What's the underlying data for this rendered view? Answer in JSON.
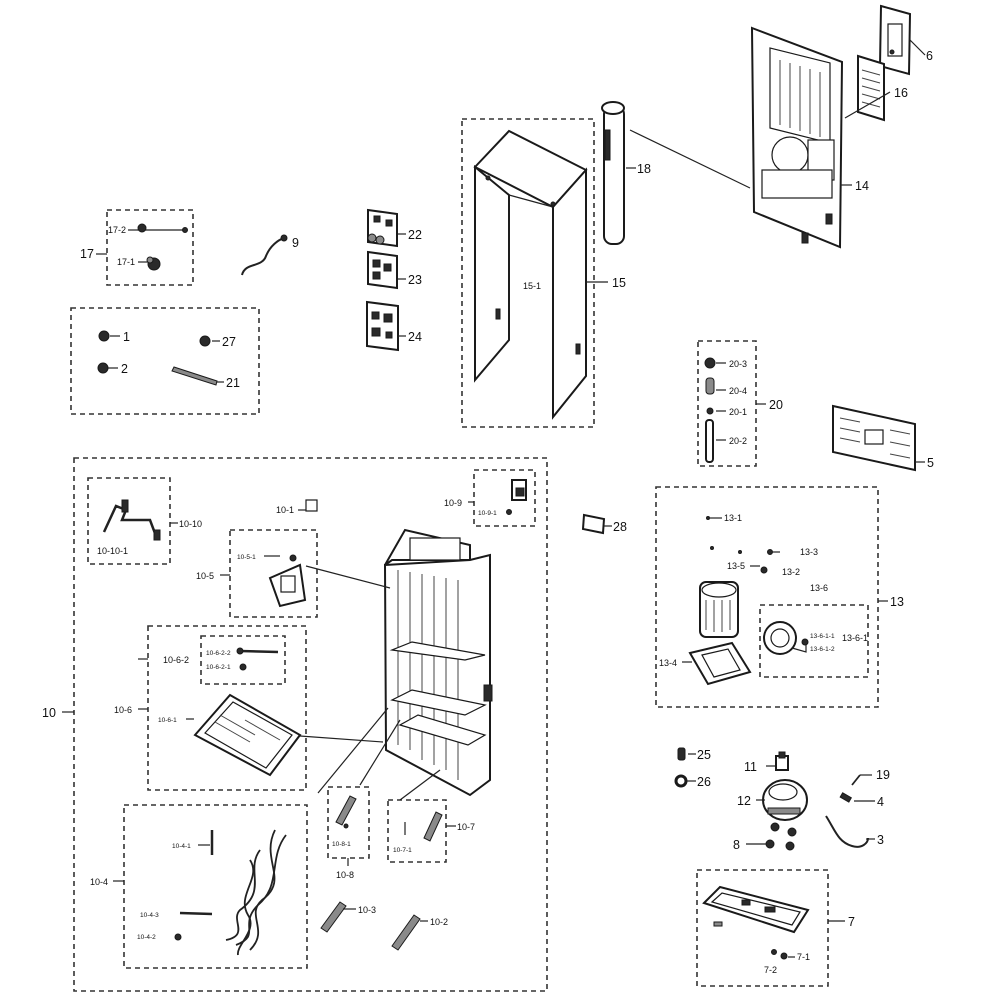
{
  "labels": {
    "p1": "1",
    "p2": "2",
    "p3": "3",
    "p4": "4",
    "p5": "5",
    "p6": "6",
    "p7": "7",
    "p7_1": "7-1",
    "p7_2": "7-2",
    "p8": "8",
    "p9": "9",
    "p10": "10",
    "p10_1": "10-1",
    "p10_2": "10-2",
    "p10_3": "10-3",
    "p10_4": "10-4",
    "p10_4_1": "10-4-1",
    "p10_4_2": "10-4-2",
    "p10_4_3": "10-4-3",
    "p10_5": "10-5",
    "p10_5_1": "10-5-1",
    "p10_6": "10-6",
    "p10_6_1": "10-6-1",
    "p10_6_2": "10-6-2",
    "p10_6_2_1": "10-6-2-1",
    "p10_6_2_2": "10-6-2-2",
    "p10_7": "10-7",
    "p10_7_1": "10-7-1",
    "p10_8": "10-8",
    "p10_8_1": "10-8-1",
    "p10_9": "10-9",
    "p10_9_1": "10-9-1",
    "p10_10": "10-10",
    "p10_10_1": "10-10-1",
    "p11": "11",
    "p12": "12",
    "p13": "13",
    "p13_1": "13-1",
    "p13_2": "13-2",
    "p13_3": "13-3",
    "p13_4": "13-4",
    "p13_5": "13-5",
    "p13_6": "13-6",
    "p13_6_1": "13-6-1",
    "p13_6_1_1": "13-6-1-1",
    "p13_6_1_2": "13-6-1-2",
    "p14": "14",
    "p15": "15",
    "p15_1": "15-1",
    "p16": "16",
    "p17": "17",
    "p17_1": "17-1",
    "p17_2": "17-2",
    "p18": "18",
    "p19": "19",
    "p20": "20",
    "p20_1": "20-1",
    "p20_2": "20-2",
    "p20_3": "20-3",
    "p20_4": "20-4",
    "p21": "21",
    "p22": "22",
    "p23": "23",
    "p24": "24",
    "p25": "25",
    "p26": "26",
    "p27": "27",
    "p28": "28"
  }
}
